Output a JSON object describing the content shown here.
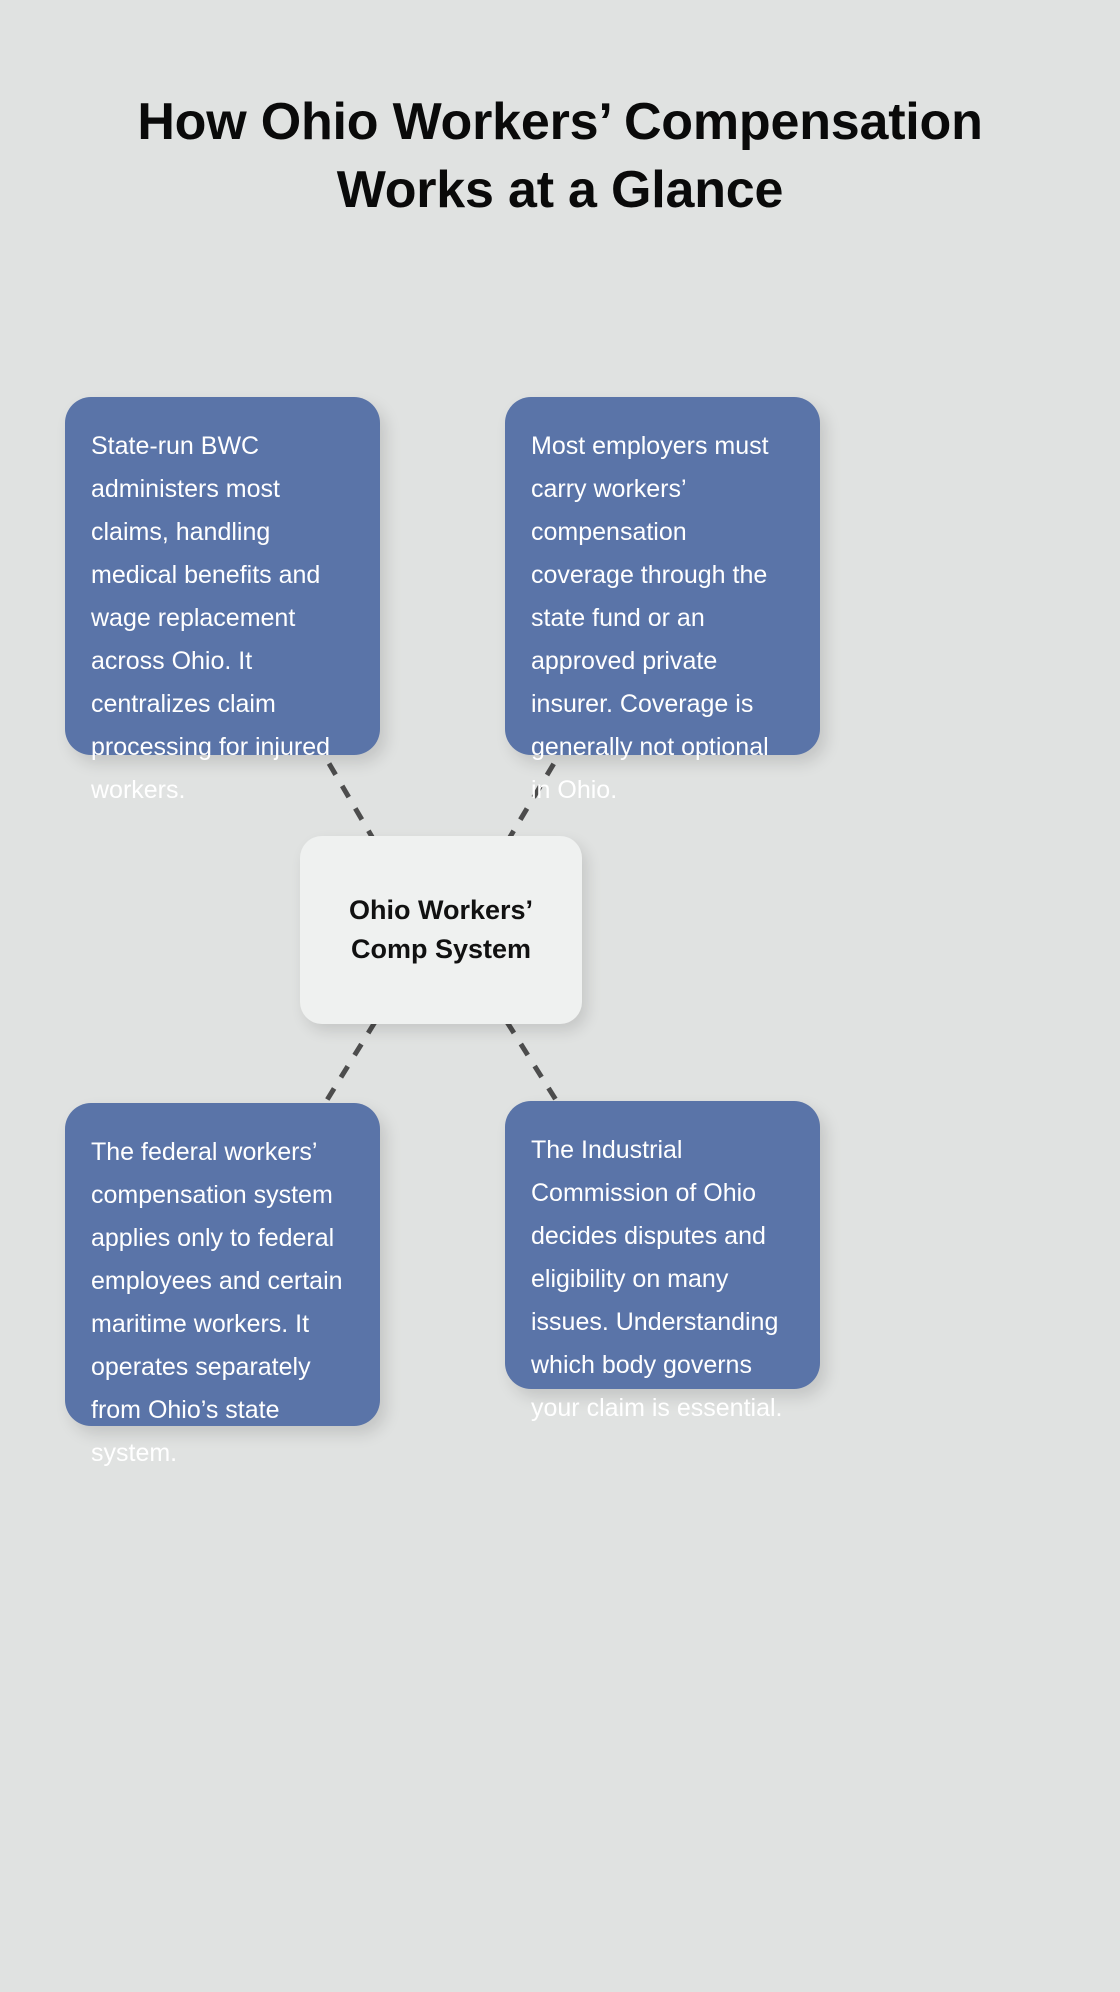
{
  "page": {
    "title": "How Ohio Workers’ Compensation Works at a Glance",
    "background_color": "#e0e2e1",
    "node_color": "#5a74a8",
    "center_color": "#eff1f0",
    "connector_color": "#4d4d4d"
  },
  "center": {
    "label": "Ohio Workers’ Comp System"
  },
  "nodes": [
    {
      "id": "bwc-administration",
      "position": "top-left",
      "text": "State-run BWC administers most claims, handling medical benefits and wage replacement across Ohio. It centralizes claim processing for injured workers."
    },
    {
      "id": "employer-coverage",
      "position": "top-right",
      "text": "Most employers must carry workers’ compensation coverage through the state fund or an approved private insurer. Coverage is generally not optional in Ohio."
    },
    {
      "id": "federal-system",
      "position": "bottom-left",
      "text": "The federal workers’ compensation system applies only to federal employees and certain maritime workers. It operates separately from Ohio’s state system."
    },
    {
      "id": "industrial-commission",
      "position": "bottom-right",
      "text": "The Industrial Commission of Ohio decides disputes and eligibility on many issues. Understanding which body governs your claim is essential."
    }
  ],
  "connectors": [
    {
      "id": "center-to-top-left",
      "from": "center",
      "to": "bwc-administration"
    },
    {
      "id": "center-to-top-right",
      "from": "center",
      "to": "employer-coverage"
    },
    {
      "id": "center-to-bottom-left",
      "from": "center",
      "to": "federal-system"
    },
    {
      "id": "center-to-bottom-right",
      "from": "center",
      "to": "industrial-commission"
    }
  ]
}
